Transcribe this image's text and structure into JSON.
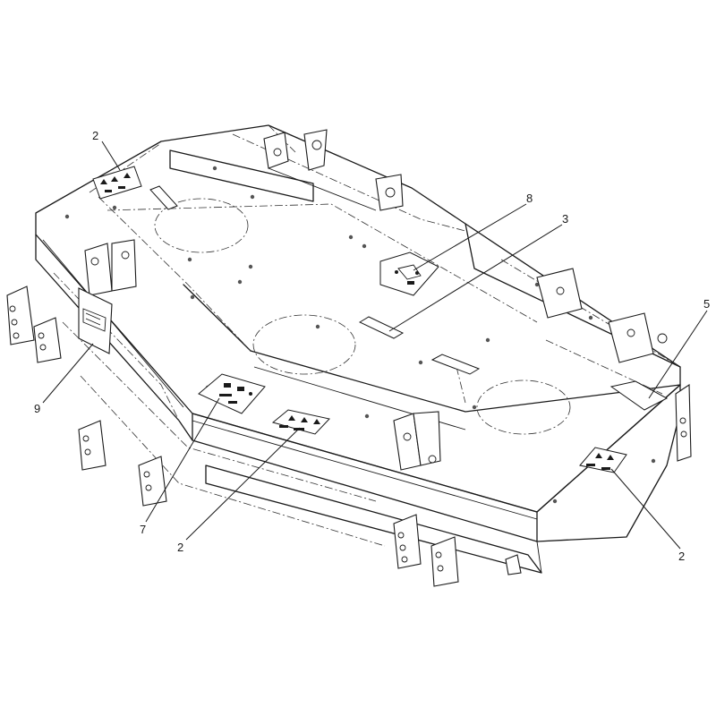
{
  "callouts": [
    {
      "id": "c2a",
      "label": "2"
    },
    {
      "id": "c8",
      "label": "8"
    },
    {
      "id": "c3",
      "label": "3"
    },
    {
      "id": "c5",
      "label": "5"
    },
    {
      "id": "c9",
      "label": "9"
    },
    {
      "id": "c7",
      "label": "7"
    },
    {
      "id": "c2b",
      "label": "2"
    },
    {
      "id": "c2c",
      "label": "2"
    }
  ]
}
